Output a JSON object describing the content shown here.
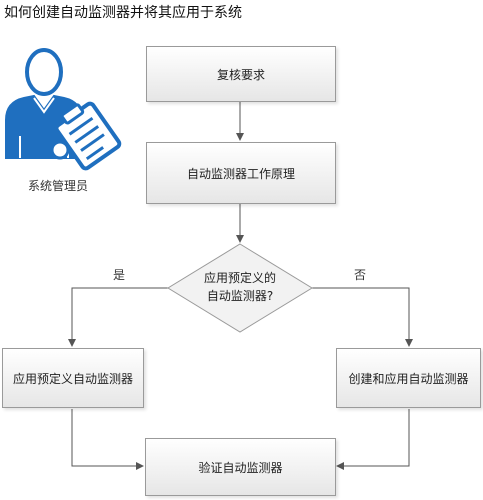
{
  "title": "如何创建自动监测器并将其应用于系统",
  "role": {
    "icon": "administrator-with-clipboard-icon",
    "label": "系统管理员"
  },
  "steps": {
    "review": "复核要求",
    "how_it_works": "自动监测器工作原理",
    "apply_predefined": "应用预定义自动监测器",
    "create_apply": "创建和应用自动监测器",
    "verify": "验证自动监测器"
  },
  "decision": {
    "line1": "应用预定义的",
    "line2": "自动监测器?",
    "yes": "是",
    "no": "否"
  },
  "colors": {
    "icon_blue": "#1f6fbf",
    "box_border": "#9a9a9a",
    "connector": "#555555"
  }
}
